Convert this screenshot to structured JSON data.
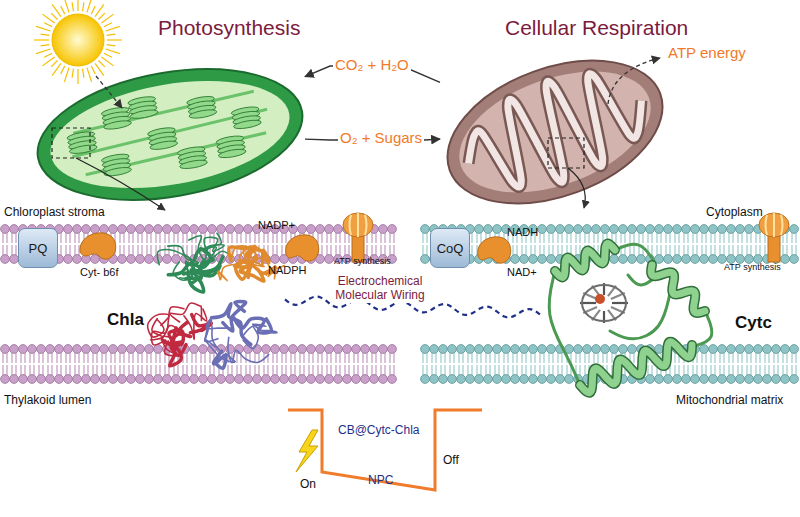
{
  "diagram": {
    "nodes": [
      {
        "text": [
          "Photosynthesis"
        ]
      },
      {
        "text": [
          "Cellular Respiration"
        ]
      },
      {
        "text": [
          "PQ"
        ]
      },
      {
        "text": [
          "Chla"
        ]
      },
      {
        "text": [
          "CoQ"
        ]
      },
      {
        "text": [
          "Cytc"
        ]
      }
    ],
    "edges": [
      {
        "from": 1,
        "to": 0,
        "label": "CO₂ + H₂O",
        "arrow": "to"
      },
      {
        "from": 0,
        "to": 1,
        "label": "O₂ + Sugars",
        "arrow": "to"
      },
      {
        "from": 3,
        "to": 5,
        "label": "Electrochemical Molecular Wiring",
        "arrow": "none"
      }
    ],
    "labels": [
      "Chloroplast stroma",
      "Cyt- b6f",
      "NADP+",
      "NADPH",
      "ATP synthesis",
      "Cytoplasm",
      "NADH",
      "NAD+",
      "ATP synthesis",
      "ATP energy",
      "Thylakoid lumen",
      "Mitochondrial matrix",
      "CB@Cytc-Chla",
      "On",
      "NPC",
      "Off"
    ]
  }
}
